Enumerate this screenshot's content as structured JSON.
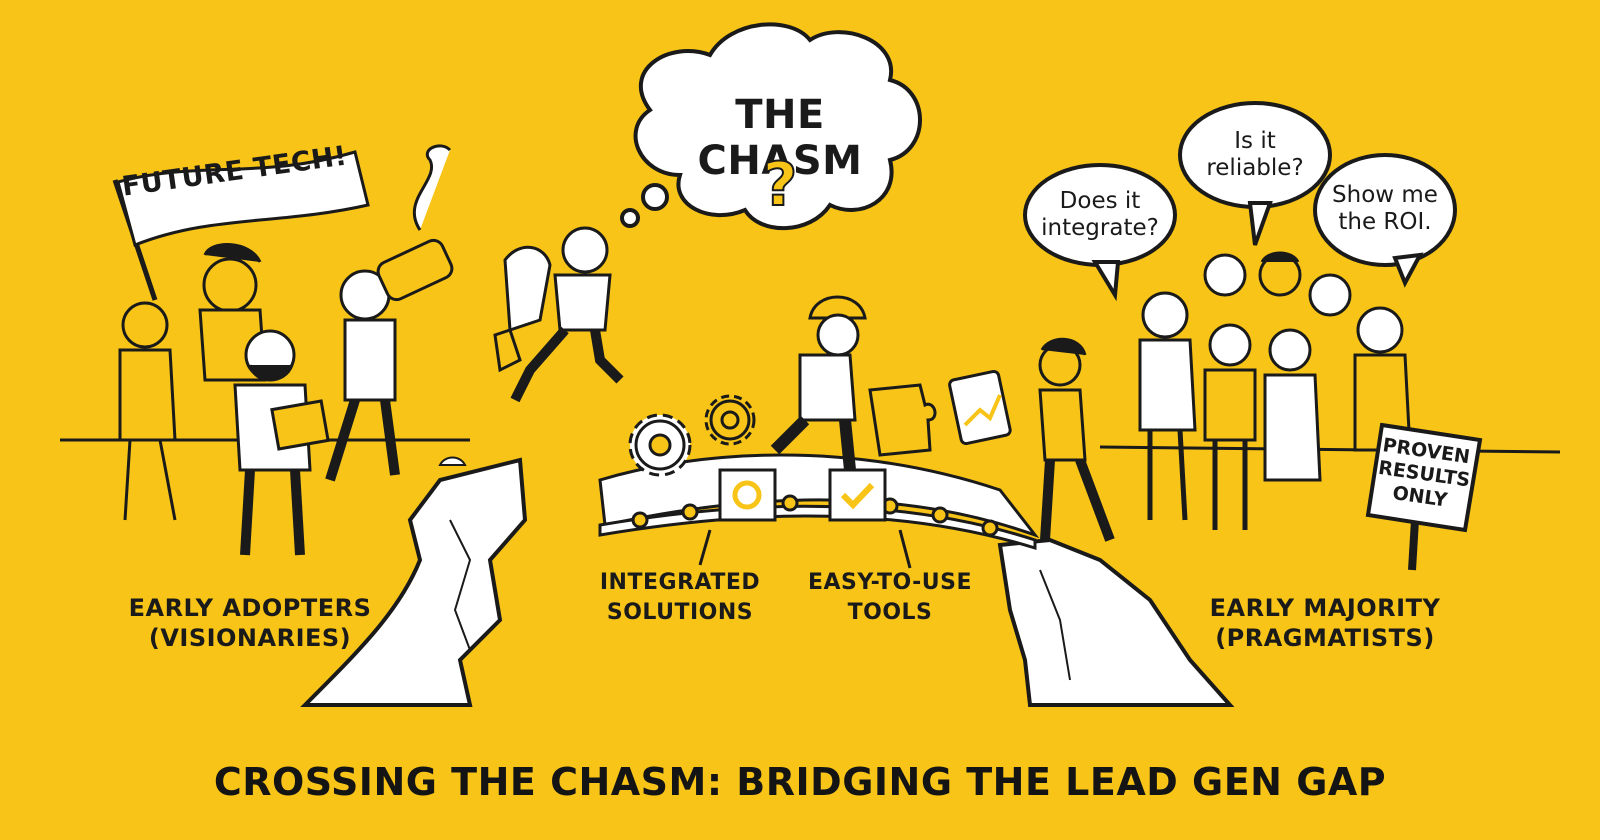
{
  "colors": {
    "background": "#F7C417",
    "ink": "#1a1a1a",
    "paper": "#ffffff"
  },
  "title": "CROSSING THE CHASM: BRIDGING THE LEAD GEN GAP",
  "cloud": {
    "title": "THE CHASM",
    "symbol": "?"
  },
  "flag": {
    "text": "FUTURE TECH!"
  },
  "left_group": {
    "label_line1": "EARLY ADOPTERS",
    "label_line2": "(VISIONARIES)"
  },
  "right_group": {
    "label_line1": "EARLY MAJORITY",
    "label_line2": "(PRAGMATISTS)"
  },
  "bridge": {
    "callout_left_line1": "INTEGRATED",
    "callout_left_line2": "SOLUTIONS",
    "callout_right_line1": "EASY-TO-USE",
    "callout_right_line2": "TOOLS"
  },
  "speech_bubbles": [
    {
      "line1": "Does it",
      "line2": "integrate?"
    },
    {
      "line1": "Is it",
      "line2": "reliable?"
    },
    {
      "line1": "Show me",
      "line2": "the ROI."
    }
  ],
  "sign": {
    "line1": "PROVEN",
    "line2": "RESULTS",
    "line3": "ONLY"
  },
  "icons": [
    "thought-cloud",
    "flag",
    "rocket-jetpack",
    "gear",
    "gear-small",
    "puzzle-piece",
    "box-refresh",
    "box-check",
    "tablet-chart",
    "hard-hat",
    "conveyor-bridge",
    "cliff-left",
    "cliff-right",
    "sign-post"
  ]
}
